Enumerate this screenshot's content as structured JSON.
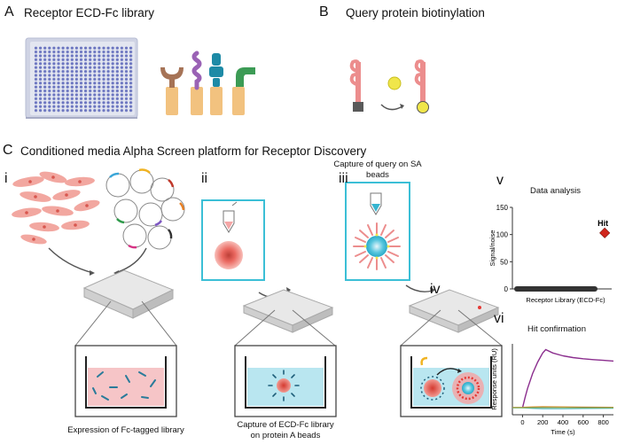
{
  "panel_a": {
    "letter": "A",
    "title": "Receptor ECD-Fc library"
  },
  "panel_b": {
    "letter": "B",
    "title": "Query protein biotinylation"
  },
  "panel_c": {
    "letter": "C",
    "title": "Conditioned media Alpha Screen platform for Receptor Discovery"
  },
  "steps": {
    "i": {
      "numeral": "i",
      "caption": "Expression of Fc-tagged library"
    },
    "ii": {
      "numeral": "ii",
      "caption": "Capture of ECD-Fc library on protein A beads"
    },
    "iii": {
      "numeral": "iii",
      "caption": "Capture of query on SA beads"
    },
    "iv": {
      "numeral": "iv"
    },
    "v": {
      "numeral": "v",
      "title": "Data analysis"
    },
    "vi": {
      "numeral": "vi",
      "title": "Hit confirmation"
    }
  },
  "chart_data": [
    {
      "type": "scatter",
      "title": "Data analysis",
      "xlabel": "Receptor Library (ECD-Fc)",
      "ylabel": "Signal/noise",
      "ylim": [
        0,
        150
      ],
      "yticks": [
        0,
        50,
        100,
        150
      ],
      "annotation": "Hit",
      "series": [
        {
          "name": "Hit",
          "points": [
            {
              "x": 0.93,
              "y": 103
            }
          ],
          "color": "#d0261c"
        }
      ],
      "baseline_value": 0,
      "baseline_color": "#333333"
    },
    {
      "type": "line",
      "title": "Hit confirmation",
      "xlabel": "Time (s)",
      "ylabel": "Response units (RU)",
      "xlim": [
        -100,
        900
      ],
      "xticks": [
        0,
        200,
        400,
        600,
        800
      ],
      "series": [
        {
          "x": [
            0,
            25,
            50,
            100,
            150,
            200,
            230,
            300,
            400,
            500,
            600,
            700,
            800,
            900
          ],
          "y": [
            0,
            90,
            170,
            300,
            400,
            480,
            510,
            480,
            455,
            440,
            430,
            422,
            416,
            410
          ],
          "color": "#8b2e8e"
        },
        {
          "x": [
            -100,
            0,
            100,
            200,
            400,
            600,
            900
          ],
          "y": [
            5,
            6,
            10,
            12,
            10,
            8,
            6
          ],
          "color": "#e89a3c"
        },
        {
          "x": [
            -100,
            0,
            100,
            200,
            400,
            600,
            900
          ],
          "y": [
            0,
            0,
            -5,
            -8,
            -8,
            -6,
            -4
          ],
          "color": "#4bb8c9"
        },
        {
          "x": [
            -100,
            0,
            100,
            200,
            400,
            600,
            900
          ],
          "y": [
            2,
            2,
            3,
            4,
            3,
            3,
            2
          ],
          "color": "#333333"
        },
        {
          "x": [
            -100,
            0,
            100,
            200,
            400,
            600,
            900
          ],
          "y": [
            1,
            1,
            2,
            3,
            2,
            1,
            1
          ],
          "color": "#8ab04a"
        }
      ]
    }
  ]
}
